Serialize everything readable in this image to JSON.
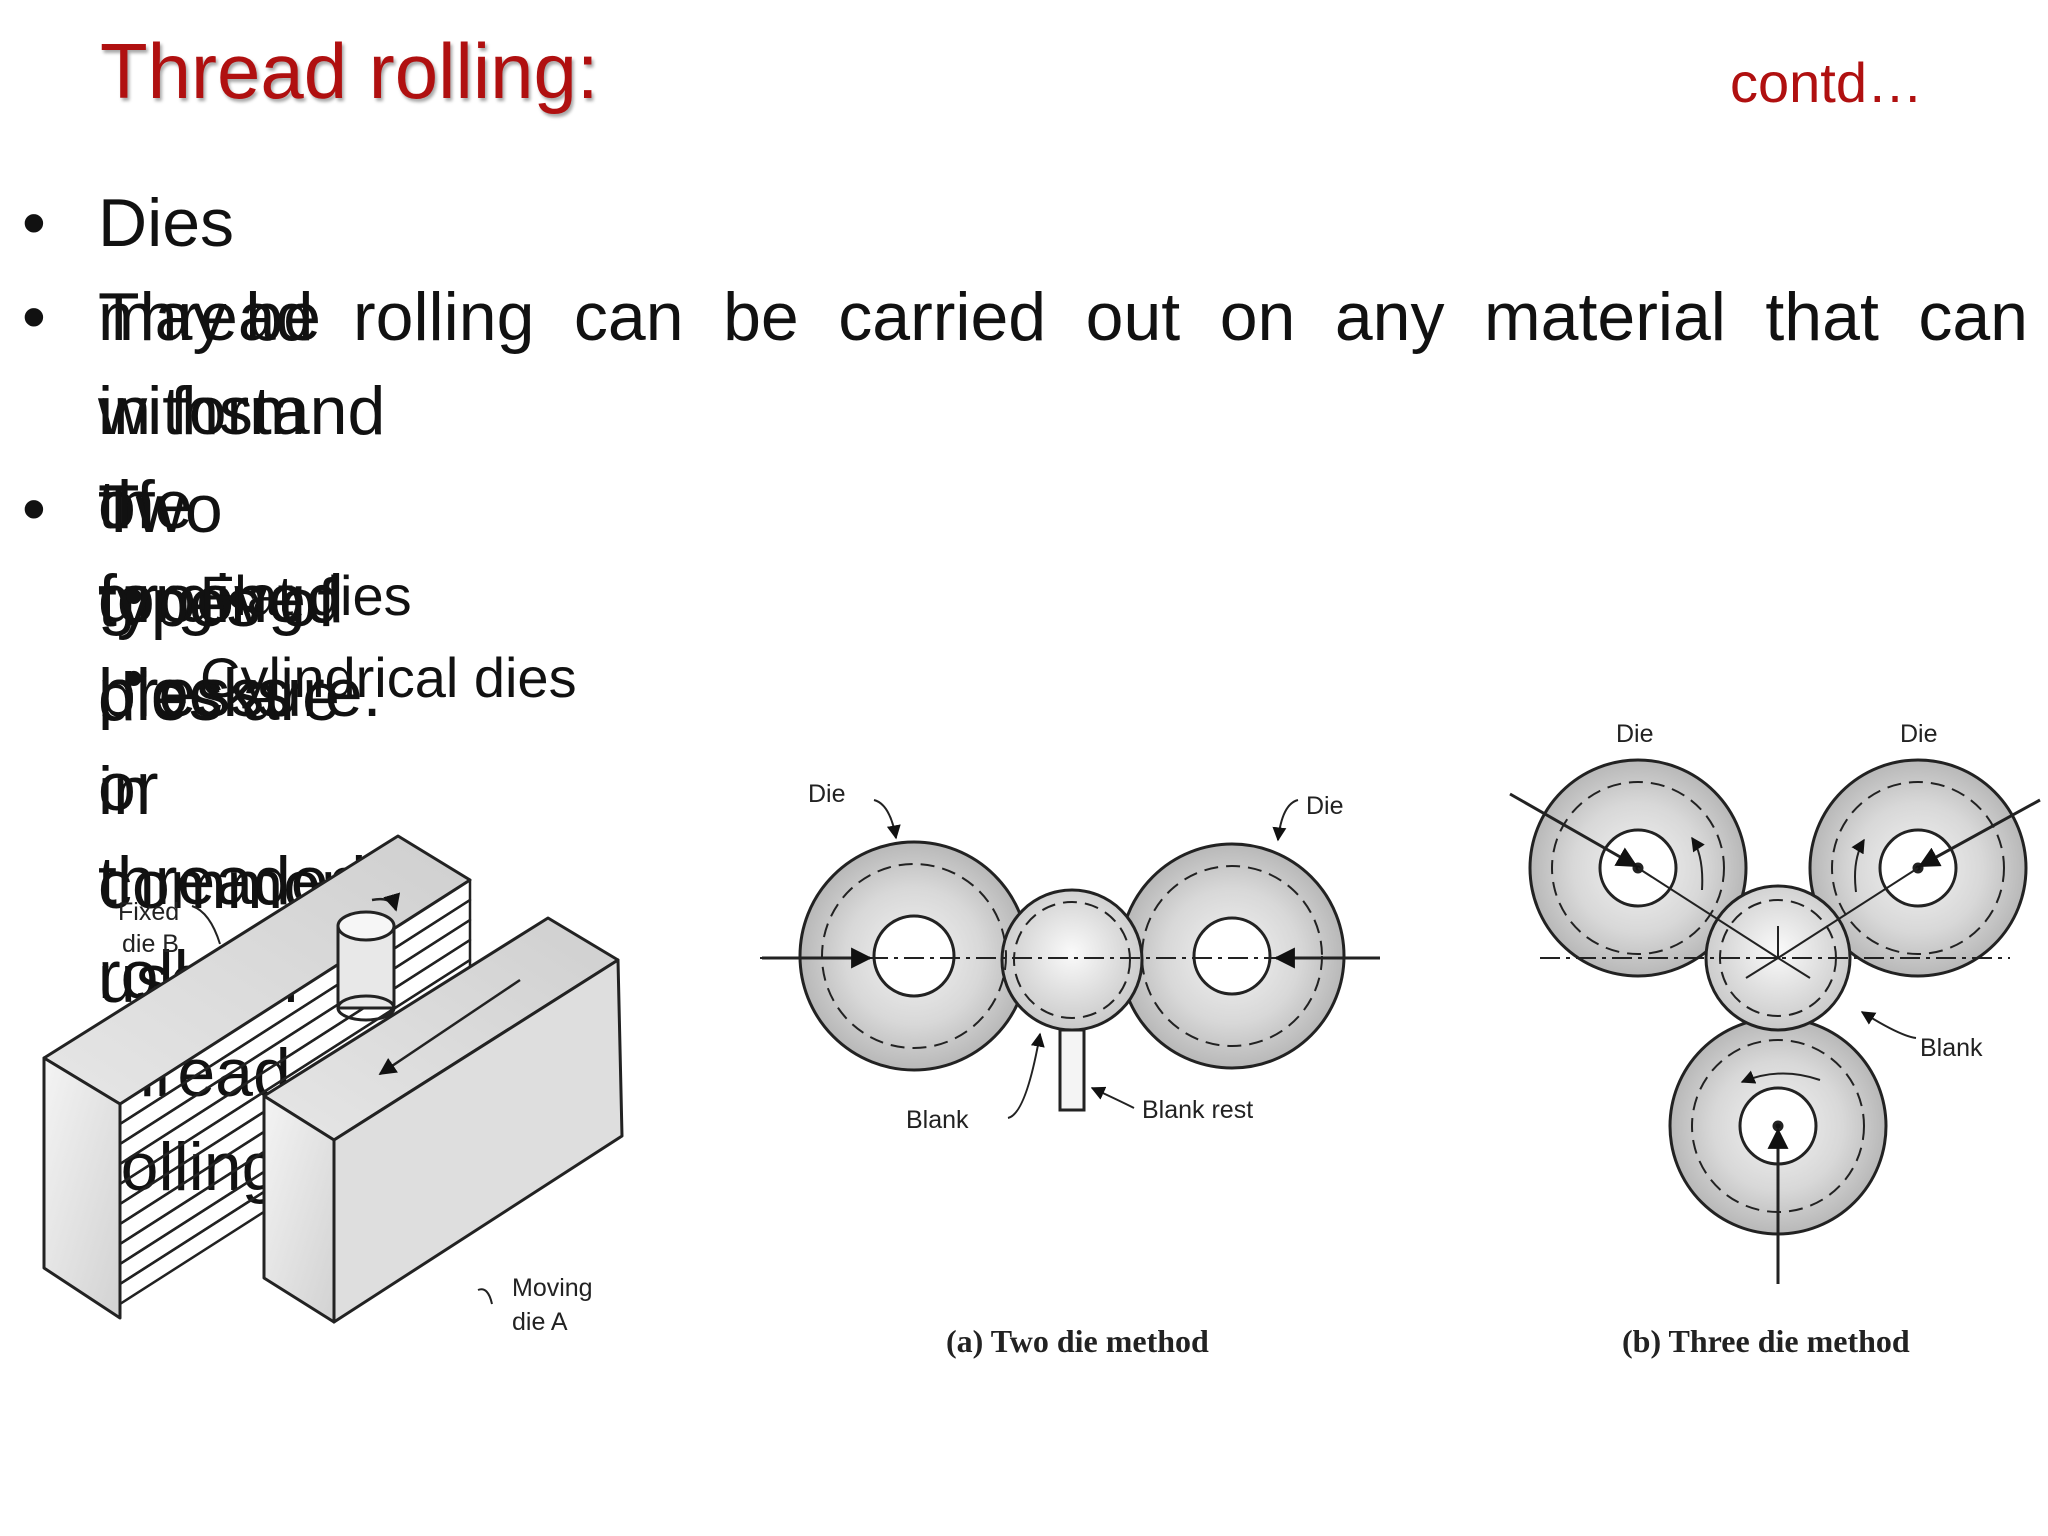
{
  "slide": {
    "title": "Thread rolling:",
    "contd": "contd…",
    "bullets": [
      "Dies may be in form of grooved blocks or threaded rolls.",
      "Thread rolling can be carried out on any material that can",
      "withstand the forging pressure.",
      "Two types of dies are in common use for thread rolling."
    ],
    "sub_bullets": [
      "Flat dies",
      "Cylindrical dies"
    ],
    "bullet_char": "•"
  },
  "figure": {
    "flat_die": {
      "fixed_label": [
        "Fixed",
        "die B"
      ],
      "moving_label": [
        "Moving",
        "die A"
      ]
    },
    "two_die": {
      "die_left": "Die",
      "die_right": "Die",
      "blank": "Blank",
      "blank_rest": "Blank rest",
      "caption": "(a) Two die method"
    },
    "three_die": {
      "die_left": "Die",
      "die_right": "Die",
      "blank": "Blank",
      "caption": "(b) Three die method"
    }
  },
  "colors": {
    "title": "#b01010",
    "text": "#111111",
    "die_fill": "#cfcfcf"
  }
}
